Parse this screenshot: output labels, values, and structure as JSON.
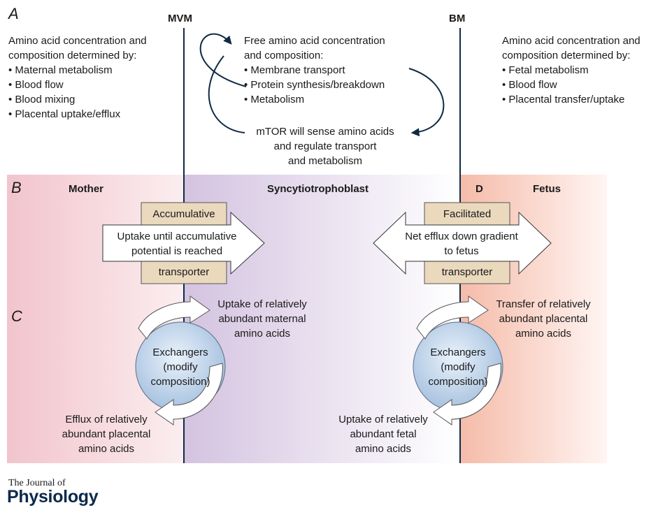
{
  "panels": {
    "a": "A",
    "b": "B",
    "c": "C"
  },
  "membranes": {
    "mvm": "MVM",
    "bm": "BM"
  },
  "section_a": {
    "maternal": {
      "heading": [
        "Amino acid concentration and",
        "composition determined by:"
      ],
      "items": [
        "Maternal metabolism",
        "Blood flow",
        "Blood mixing",
        "Placental uptake/efflux"
      ]
    },
    "syncytio": {
      "heading": [
        "Free amino acid concentration",
        "and composition:"
      ],
      "items": [
        "Membrane transport",
        "Protein synthesis/breakdown",
        "Metabolism"
      ],
      "mtor": [
        "mTOR will sense amino acids",
        "and regulate transport",
        "and metabolism"
      ]
    },
    "fetal": {
      "heading": [
        "Amino acid concentration and",
        "composition determined by:"
      ],
      "items": [
        "Fetal metabolism",
        "Blood flow",
        "Placental transfer/uptake"
      ]
    }
  },
  "section_b": {
    "mother": "Mother",
    "syncytiotrophoblast": "Syncytiotrophoblast",
    "d": "D",
    "fetus": "Fetus",
    "left": {
      "top_box": "Accumulative",
      "arrow": [
        "Uptake until accumulative",
        "potential is reached"
      ],
      "bottom_box": "transporter"
    },
    "right": {
      "top_box": "Facilitated",
      "arrow": [
        "Net efflux down gradient",
        "to fetus"
      ],
      "bottom_box": "transporter"
    }
  },
  "section_c": {
    "left": {
      "exchanger": [
        "Exchangers",
        "(modify",
        "composition)"
      ],
      "uptake": [
        "Uptake of relatively",
        "abundant maternal",
        "amino acids"
      ],
      "efflux": [
        "Efflux of relatively",
        "abundant placental",
        "amino acids"
      ]
    },
    "right": {
      "exchanger": [
        "Exchangers",
        "(modify",
        "composition)"
      ],
      "transfer": [
        "Transfer of relatively",
        "abundant placental",
        "amino acids"
      ],
      "uptake": [
        "Uptake of relatively",
        "abundant fetal",
        "amino acids"
      ]
    }
  },
  "journal": {
    "line1": "The Journal of",
    "line2": "Physiology"
  },
  "colors": {
    "membrane": "#0f2a44",
    "maternal_tint": "#f2c7cf",
    "syncytio_tint": "#d7c8e3",
    "fetal_tint": "#f6c3b6",
    "box_fill": "#ead9bd",
    "circle_fill": "#c9dbef",
    "cycle_arrow": "#0f2a44"
  }
}
